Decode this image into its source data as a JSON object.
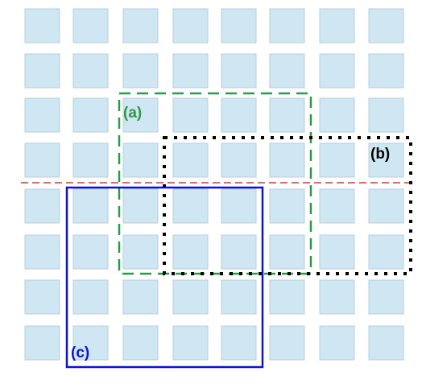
{
  "colors": {
    "background": "#ffffff",
    "cell_fill": "#cfe6f3",
    "cell_stroke": "#b8cdd9",
    "region_a": "#2a9a48",
    "region_b": "#000000",
    "region_c": "#0a12d6",
    "divider": "#e2332b"
  },
  "grid": {
    "rows": 8,
    "cols": 8
  },
  "regions": {
    "a": {
      "label": "(a)",
      "style": "dashed"
    },
    "b": {
      "label": "(b)",
      "style": "dotted"
    },
    "c": {
      "label": "(c)",
      "style": "solid"
    }
  },
  "divider": {
    "style": "dashed"
  }
}
